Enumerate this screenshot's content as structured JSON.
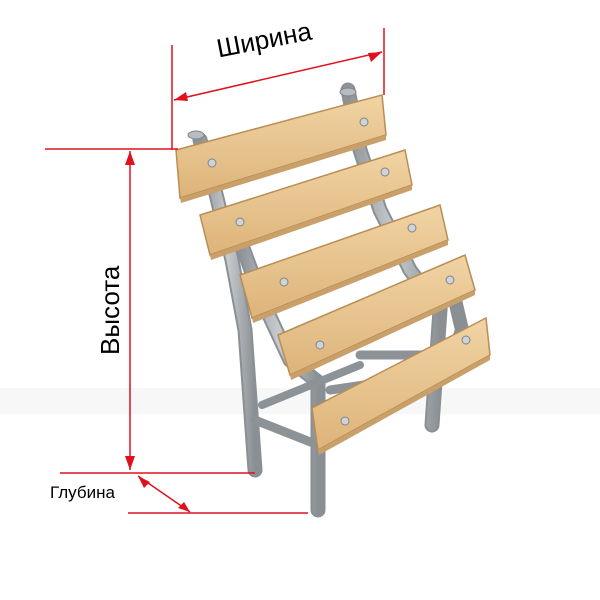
{
  "dimensions": {
    "width_label": "Ширина",
    "height_label": "Высота",
    "depth_label": "Глубина"
  },
  "colors": {
    "dimension_line": "#e0101c",
    "wood": "#e8c590",
    "wood_edge": "#b98d55",
    "frame": "#a9adb2",
    "frame_dark": "#7f8489",
    "background": "#ffffff"
  },
  "product": {
    "slat_count": 5,
    "icon": "bench-stand-image"
  }
}
